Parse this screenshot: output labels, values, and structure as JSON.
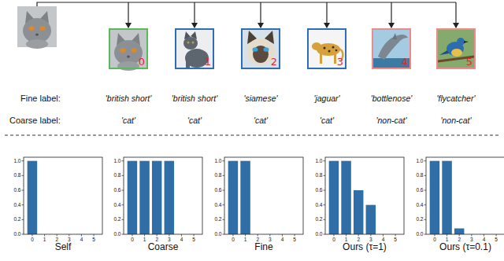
{
  "diagram": {
    "nodes": [
      {
        "text": [
          "0"
        ]
      },
      {
        "text": [
          "1"
        ]
      },
      {
        "text": [
          "2"
        ]
      },
      {
        "text": [
          "3"
        ]
      },
      {
        "text": [
          "4"
        ]
      },
      {
        "text": [
          "5"
        ]
      }
    ],
    "labels": [
      "Fine label:",
      "'british short'",
      "'british short'",
      "'siamese'",
      "'jaguar'",
      "'bottlenose'",
      "'flycatcher'",
      "Coarse label:",
      "'cat'",
      "'cat'",
      "'cat'",
      "'cat'",
      "'non-cat'",
      "'non-cat'",
      "0.0",
      "0.2",
      "0.4",
      "0.6",
      "0.8",
      "1.0",
      "0",
      "1",
      "2",
      "3",
      "4",
      "5",
      "Self",
      "0.0",
      "0.2",
      "0.4",
      "0.6",
      "0.8",
      "1.0",
      "0",
      "1",
      "2",
      "3",
      "4",
      "5",
      "Coarse",
      "0.0",
      "0.2",
      "0.4",
      "0.6",
      "0.8",
      "1.0",
      "0",
      "1",
      "2",
      "3",
      "4",
      "5",
      "Fine",
      "0.0",
      "0.2",
      "0.4",
      "0.6",
      "0.8",
      "1.0",
      "0",
      "1",
      "2",
      "3",
      "4",
      "5",
      "Ours (τ=1)",
      "0.0",
      "0.2",
      "0.4",
      "0.6",
      "0.8",
      "1.0",
      "0",
      "1",
      "2",
      "3",
      "4",
      "5",
      "Ours (τ=0.1)"
    ]
  }
}
